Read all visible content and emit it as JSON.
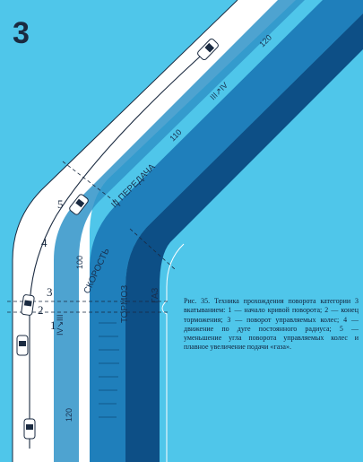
{
  "figure_number": "3",
  "caption": "Рис. 35. Техника прохождения поворота категории 3 вкатыванием: 1 — начало кривой поворота; 2 — конец торможения; 3 — поворот управляемых колес; 4 — движение по дуге постоянного радиуса; 5 — уменьшение угла поворота управляемых колес и плавное увеличение подачи «газа».",
  "markers": [
    "1",
    "2",
    "3",
    "4",
    "5"
  ],
  "bands": {
    "gear": "III ПЕРЕДАЧА",
    "gear_change": "III↗IV",
    "gear_low": "IV↘III",
    "speed": "СКОРОСТЬ",
    "brake": "ТОРМОЗ",
    "gas": "ГАЗ"
  },
  "speed_values": {
    "top": "120",
    "upper": "110",
    "middle": "100",
    "bottom": "120"
  },
  "colors": {
    "sky": "#4fc6ea",
    "road": "#ffffff",
    "band_edge": "#1f7fbb",
    "band_mid": "#2f93c8",
    "band_dark": "#0d4f86",
    "ink": "#1a2a40"
  }
}
